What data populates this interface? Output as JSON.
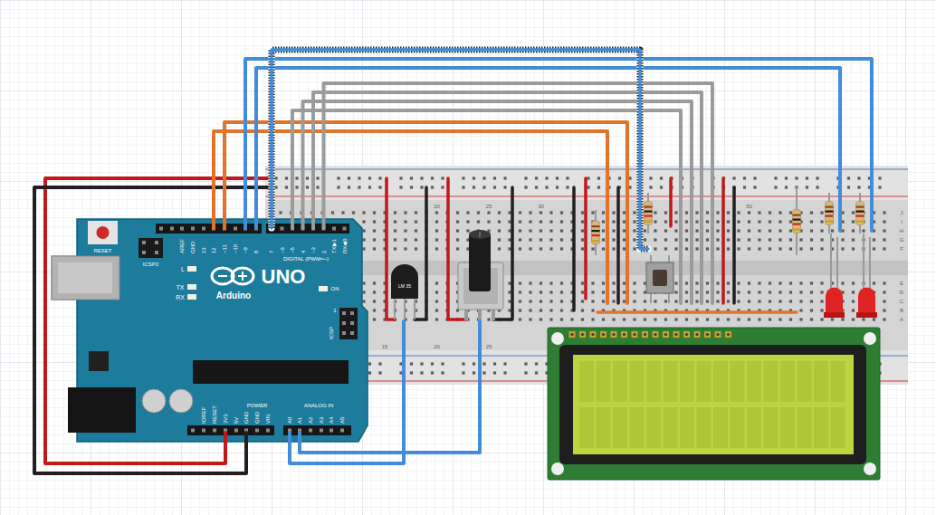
{
  "diagram": {
    "labels": [
      "RESET",
      "ICSP2",
      "L",
      "TX",
      "RX",
      "Arduino",
      "UNO",
      "ON",
      "ICSP",
      "1",
      "AREF",
      "GND",
      "13",
      "12",
      "~11",
      "~10",
      "~9",
      "8",
      "7",
      "~6",
      "~5",
      "4",
      "~3",
      "2",
      "TX▶1",
      "RX◀0",
      "DIGITAL (PWM=~)",
      "IOREF",
      "RESET",
      "3V3",
      "5V",
      "GND",
      "GND",
      "VIN",
      "POWER",
      "ANALOG IN",
      "A0",
      "A1",
      "A2",
      "A3",
      "A4",
      "A5",
      "LM 35",
      "20",
      "25",
      "30",
      "50",
      "15",
      "20",
      "25",
      "J",
      "I",
      "H",
      "G",
      "F",
      "E",
      "D",
      "C",
      "B",
      "A"
    ]
  }
}
